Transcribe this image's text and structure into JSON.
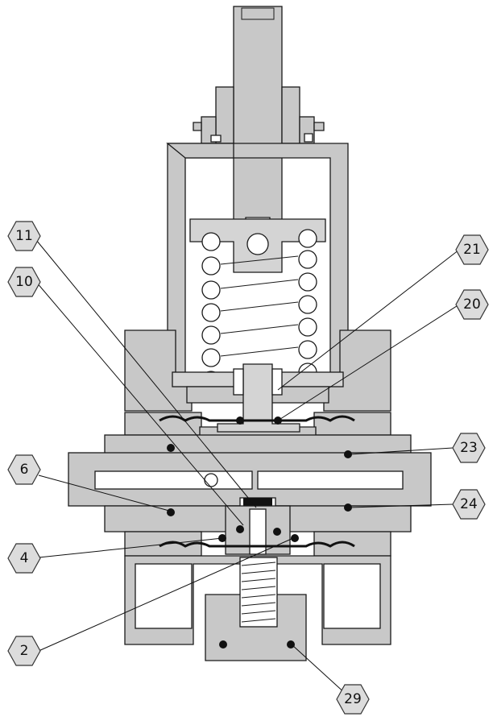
{
  "callouts": [
    {
      "id": "c11",
      "label": "11"
    },
    {
      "id": "c10",
      "label": "10"
    },
    {
      "id": "c6",
      "label": "6"
    },
    {
      "id": "c4",
      "label": "4"
    },
    {
      "id": "c2",
      "label": "2"
    },
    {
      "id": "c21",
      "label": "21"
    },
    {
      "id": "c20",
      "label": "20"
    },
    {
      "id": "c23",
      "label": "23"
    },
    {
      "id": "c24",
      "label": "24"
    },
    {
      "id": "c29",
      "label": "29"
    }
  ],
  "colors": {
    "callout_fill": "#dcdcdc",
    "section_fill": "#c8c8c8",
    "outline": "#1a1a1a"
  }
}
